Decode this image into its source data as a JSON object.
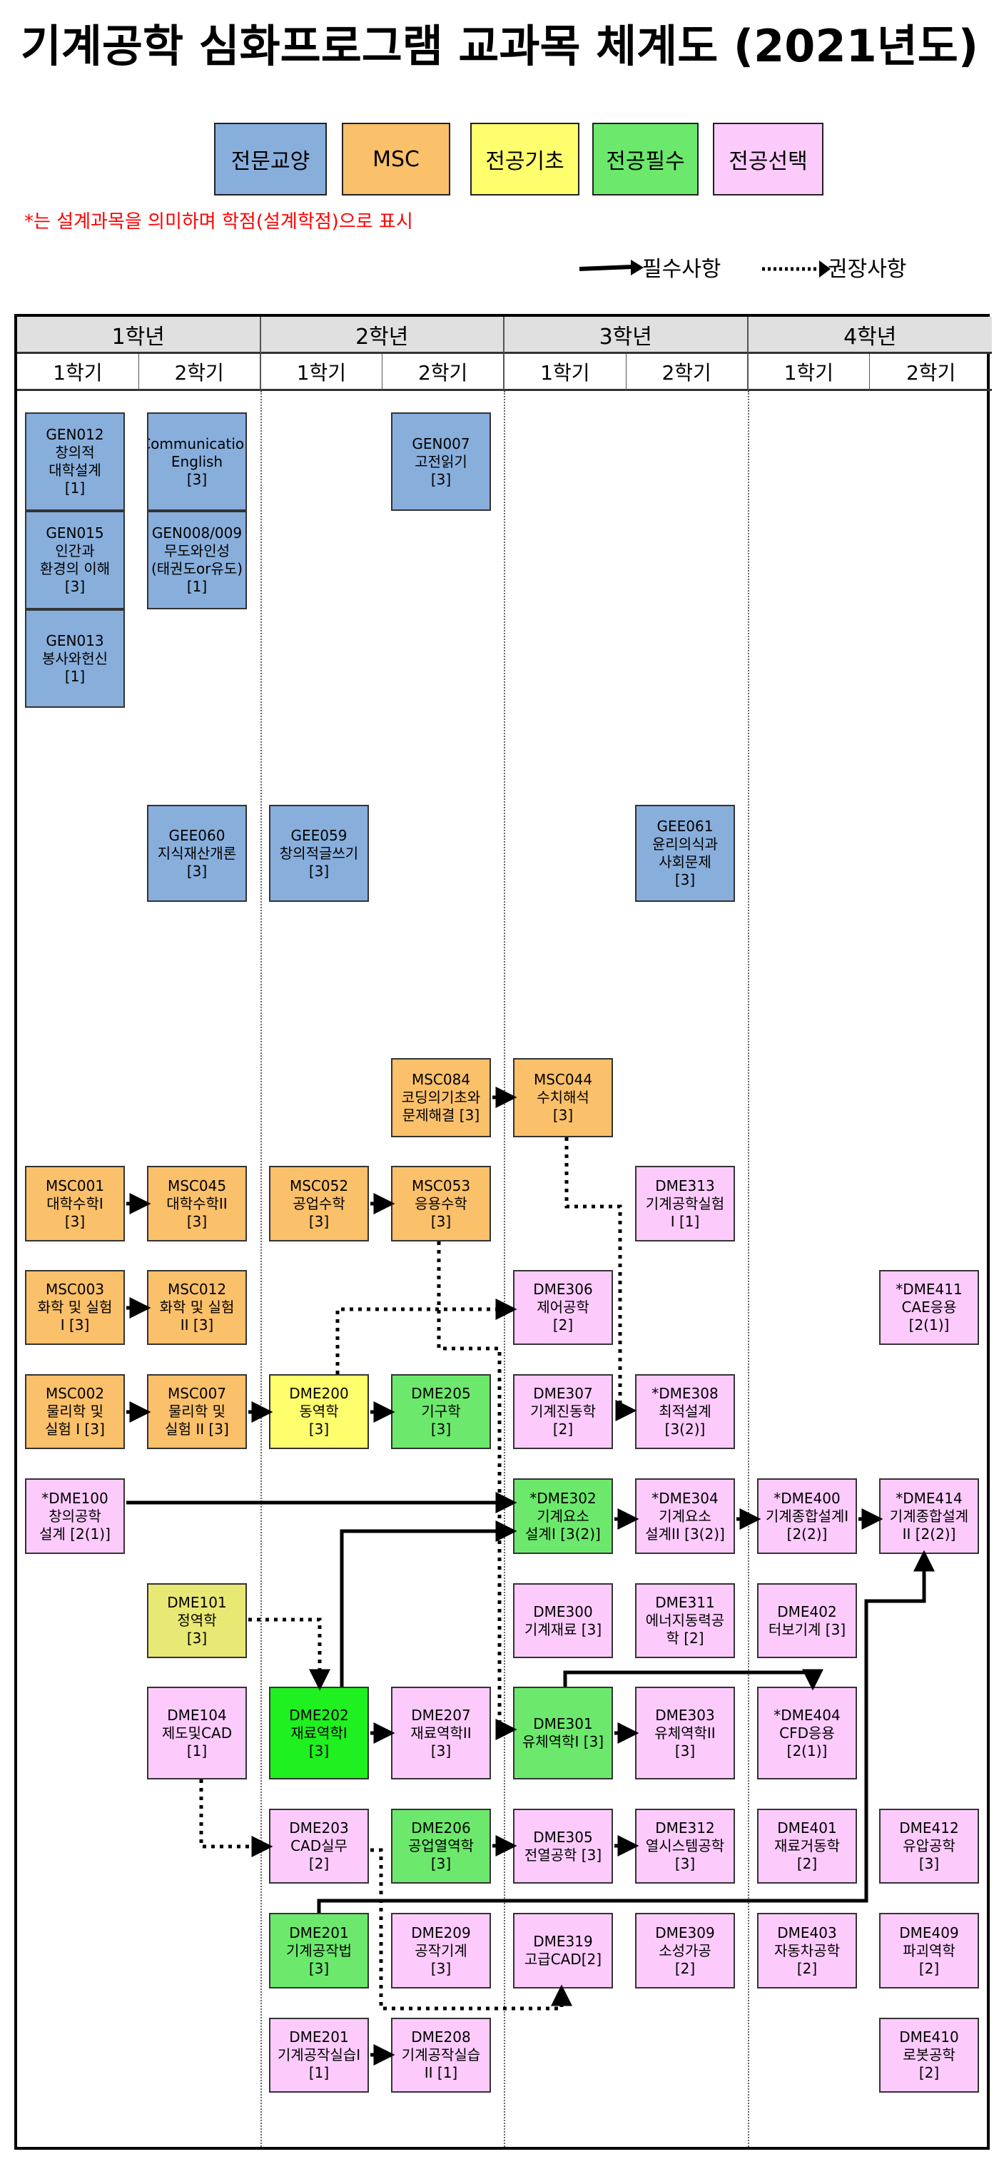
{
  "title": "기계공학 심화프로그램 교과목 체계도 (2021년도)",
  "legend": {
    "categories": [
      {
        "key": "liberal",
        "label": "전문교양",
        "color": "#88aedb"
      },
      {
        "key": "msc",
        "label": "MSC",
        "color": "#fac06a"
      },
      {
        "key": "basic",
        "label": "전공기초",
        "color": "#ffff6e"
      },
      {
        "key": "required",
        "label": "전공필수",
        "color": "#6ce96c"
      },
      {
        "key": "elective",
        "label": "전공선택",
        "color": "#fccbfc"
      }
    ],
    "note": "*는 설계과목을 의미하며 학점(설계학점)으로 표시",
    "solid_label": "필수사항",
    "dotted_label": "권장사항"
  },
  "years": [
    "1학년",
    "2학년",
    "3학년",
    "4학년"
  ],
  "semesters": [
    "1학기",
    "2학기",
    "1학기",
    "2학기",
    "1학기",
    "2학기",
    "1학기",
    "2학기"
  ],
  "colors": {
    "basic_alt": "#e8e874",
    "required_alt": "#1ff01f"
  },
  "courses": [
    {
      "cat": "liberal",
      "lines": [
        "GEN012",
        "창의적",
        "대학설계",
        "[1]"
      ]
    },
    {
      "cat": "liberal",
      "lines": [
        "GEN015",
        "인간과",
        "환경의 이해",
        "[3]"
      ]
    },
    {
      "cat": "liberal",
      "lines": [
        "GEN013",
        "봉사와헌신",
        "[1]"
      ]
    },
    {
      "cat": "liberal",
      "lines": [
        "Communication",
        "English",
        "[3]"
      ]
    },
    {
      "cat": "liberal",
      "lines": [
        "GEN008/009",
        "무도와인성",
        "(태권도or유도)",
        "[1]"
      ]
    },
    {
      "cat": "liberal",
      "lines": [
        "GEN007",
        "고전읽기",
        "[3]"
      ]
    },
    {
      "cat": "liberal",
      "lines": [
        "GEE060",
        "지식재산개론",
        "[3]"
      ]
    },
    {
      "cat": "liberal",
      "lines": [
        "GEE059",
        "창의적글쓰기",
        "[3]"
      ]
    },
    {
      "cat": "liberal",
      "lines": [
        "GEE061",
        "윤리의식과",
        "사회문제",
        "[3]"
      ]
    },
    {
      "cat": "msc",
      "lines": [
        "MSC084",
        "코딩의기초와",
        "문제해결 [3]"
      ]
    },
    {
      "cat": "msc",
      "lines": [
        "MSC044",
        "수치해석",
        "[3]"
      ]
    },
    {
      "cat": "msc",
      "lines": [
        "MSC001",
        "대학수학I",
        "[3]"
      ]
    },
    {
      "cat": "msc",
      "lines": [
        "MSC045",
        "대학수학II",
        "[3]"
      ]
    },
    {
      "cat": "msc",
      "lines": [
        "MSC052",
        "공업수학",
        "[3]"
      ]
    },
    {
      "cat": "msc",
      "lines": [
        "MSC053",
        "응용수학",
        "[3]"
      ]
    },
    {
      "cat": "elective",
      "lines": [
        "DME313",
        "기계공학실험",
        "I [1]"
      ]
    },
    {
      "cat": "msc",
      "lines": [
        "MSC003",
        "화학 및 실험",
        "I [3]"
      ]
    },
    {
      "cat": "msc",
      "lines": [
        "MSC012",
        "화학 및 실험",
        "II [3]"
      ]
    },
    {
      "cat": "elective",
      "lines": [
        "DME306",
        "제어공학",
        "[2]"
      ]
    },
    {
      "cat": "elective",
      "lines": [
        "*DME411",
        "CAE응용",
        "[2(1)]"
      ]
    },
    {
      "cat": "msc",
      "lines": [
        "MSC002",
        "물리학 및",
        "실험 I [3]"
      ]
    },
    {
      "cat": "msc",
      "lines": [
        "MSC007",
        "물리학 및",
        "실험 II [3]"
      ]
    },
    {
      "cat": "basic",
      "lines": [
        "DME200",
        "동역학",
        "[3]"
      ]
    },
    {
      "cat": "required",
      "lines": [
        "DME205",
        "기구학",
        "[3]"
      ]
    },
    {
      "cat": "elective",
      "lines": [
        "DME307",
        "기계진동학",
        "[2]"
      ]
    },
    {
      "cat": "elective",
      "lines": [
        "*DME308",
        "최적설계",
        "[3(2)]"
      ]
    },
    {
      "cat": "elective",
      "lines": [
        "*DME100",
        "창의공학",
        "설계 [2(1)]"
      ]
    },
    {
      "cat": "required",
      "lines": [
        "*DME302",
        "기계요소",
        "설계I [3(2)]"
      ]
    },
    {
      "cat": "elective",
      "lines": [
        "*DME304",
        "기계요소",
        "설계II [3(2)]"
      ]
    },
    {
      "cat": "elective",
      "lines": [
        "*DME400",
        "기계종합설계I",
        "[2(2)]"
      ]
    },
    {
      "cat": "elective",
      "lines": [
        "*DME414",
        "기계종합설계",
        "II [2(2)]"
      ]
    },
    {
      "cat": "basic",
      "lines": [
        "DME101",
        "정역학",
        "[3]"
      ]
    },
    {
      "cat": "elective",
      "lines": [
        "DME300",
        "기계재료 [3]"
      ]
    },
    {
      "cat": "elective",
      "lines": [
        "DME311",
        "에너지동력공",
        "학 [2]"
      ]
    },
    {
      "cat": "elective",
      "lines": [
        "DME402",
        "터보기계 [3]"
      ]
    },
    {
      "cat": "elective",
      "lines": [
        "DME104",
        "제도및CAD",
        "[1]"
      ]
    },
    {
      "cat": "required",
      "lines": [
        "DME202",
        "재료역학I",
        "[3]"
      ]
    },
    {
      "cat": "elective",
      "lines": [
        "DME207",
        "재료역학II",
        "[3]"
      ]
    },
    {
      "cat": "required",
      "lines": [
        "DME301",
        "유체역학I [3]"
      ]
    },
    {
      "cat": "elective",
      "lines": [
        "DME303",
        "유체역학II",
        "[3]"
      ]
    },
    {
      "cat": "elective",
      "lines": [
        "*DME404",
        "CFD응용",
        "[2(1)]"
      ]
    },
    {
      "cat": "elective",
      "lines": [
        "DME203",
        "CAD실무",
        "[2]"
      ]
    },
    {
      "cat": "required",
      "lines": [
        "DME206",
        "공업열역학",
        "[3]"
      ]
    },
    {
      "cat": "elective",
      "lines": [
        "DME305",
        "전열공학 [3]"
      ]
    },
    {
      "cat": "elective",
      "lines": [
        "DME312",
        "열시스템공학",
        "[3]"
      ]
    },
    {
      "cat": "elective",
      "lines": [
        "DME401",
        "재료거동학",
        "[2]"
      ]
    },
    {
      "cat": "elective",
      "lines": [
        "DME412",
        "유압공학",
        "[3]"
      ]
    },
    {
      "cat": "required",
      "lines": [
        "DME201",
        "기계공작법",
        "[3]"
      ]
    },
    {
      "cat": "elective",
      "lines": [
        "DME209",
        "공작기계",
        "[3]"
      ]
    },
    {
      "cat": "elective",
      "lines": [
        "DME319",
        "고급CAD[2]"
      ]
    },
    {
      "cat": "elective",
      "lines": [
        "DME309",
        "소성가공",
        "[2]"
      ]
    },
    {
      "cat": "elective",
      "lines": [
        "DME403",
        "자동차공학",
        "[2]"
      ]
    },
    {
      "cat": "elective",
      "lines": [
        "DME409",
        "파괴역학",
        "[2]"
      ]
    },
    {
      "cat": "elective",
      "lines": [
        "DME201",
        "기계공작실습I",
        "[1]"
      ]
    },
    {
      "cat": "elective",
      "lines": [
        "DME208",
        "기계공작실습",
        "II [1]"
      ]
    },
    {
      "cat": "elective",
      "lines": [
        "DME410",
        "로봇공학",
        "[2]"
      ]
    }
  ]
}
